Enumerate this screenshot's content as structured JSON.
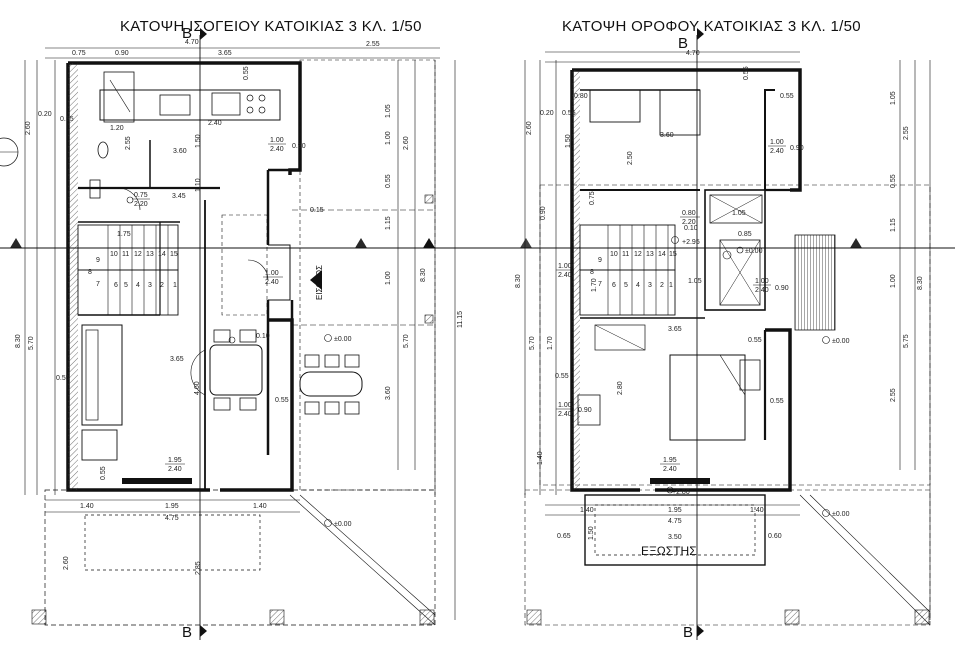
{
  "titles": {
    "ground": "ΚΑΤΟΨΗ ΙΣΟΓΕΙΟΥ  ΚΑΤΟΙΚΙΑΣ 3  ΚΛ. 1/50",
    "upper": "ΚΑΤΟΨΗ ΟΡΟΦΟΥ  ΚΑΤΟΙΚΙΑΣ 3  ΚΛ. 1/50"
  },
  "section_mark": "B",
  "entrance_label": "ΕΙΣΟΔΟΣ",
  "balcony_label": "ΕΞΩΣΤΗΣ",
  "ground": {
    "top_dims": [
      "0.75",
      "0.90",
      "3.65",
      "2.55"
    ],
    "top_total": "4.70",
    "left_dims": [
      "2.60",
      "0.20",
      "0.55",
      "8.30",
      "5.70"
    ],
    "right_dims": [
      "1.05",
      "2.60",
      "1.00",
      "0.55",
      "1.15",
      "1.00",
      "8.30",
      "5.70",
      "3.60",
      "11.15"
    ],
    "interior_dims": [
      "3.60",
      "3.45",
      "2.40",
      "1.50",
      "1.10",
      "0.55",
      "1.75",
      "3.65",
      "4.60",
      "0.55",
      "0.55",
      "0.15",
      "0.10",
      "0.55",
      "1.20",
      "2.55"
    ],
    "bottom_dims": [
      "1.40",
      "1.95",
      "1.40",
      "4.75",
      "2.60",
      "2.85"
    ],
    "stair_numbers": [
      "10",
      "11",
      "12",
      "13",
      "14",
      "15",
      "9",
      "8",
      "7",
      "6",
      "5",
      "4",
      "3",
      "2",
      "1"
    ],
    "openings": [
      {
        "top": "1.00",
        "bottom": "2.40"
      },
      {
        "top": "0.75",
        "bottom": "2.20"
      },
      {
        "top": "1.00",
        "bottom": "2.40"
      },
      {
        "top": "1.95",
        "bottom": "2.40"
      }
    ],
    "levels": [
      "±0.00",
      "±0.00"
    ],
    "side_small": "0.90"
  },
  "upper": {
    "top_total": "4.70",
    "left_dims": [
      "2.60",
      "0.20",
      "0.55",
      "1.50",
      "0.75",
      "0.90",
      "8.30",
      "5.70",
      "1.70",
      "1.40"
    ],
    "right_dims": [
      "1.05",
      "2.55",
      "0.55",
      "1.15",
      "1.00",
      "8.30",
      "5.75",
      "2.55"
    ],
    "interior_dims": [
      "0.80",
      "0.55",
      "3.60",
      "2.50",
      "0.55",
      "1.05",
      "0.85",
      "1.05",
      "3.65",
      "2.80",
      "0.55",
      "0.55",
      "0.55",
      "0.10",
      "1.70",
      "0.60",
      "0.65"
    ],
    "bottom_dims": [
      "1.40",
      "1.95",
      "4.75",
      "1.40",
      "3.50",
      "0.65",
      "0.60",
      "1.50"
    ],
    "stair_numbers": [
      "10",
      "11",
      "12",
      "13",
      "14",
      "15",
      "9",
      "8",
      "7",
      "6",
      "5",
      "4",
      "3",
      "2",
      "1"
    ],
    "openings": [
      {
        "top": "0.80",
        "bottom": "2.20"
      },
      {
        "top": "1.00",
        "bottom": "2.40"
      },
      {
        "top": "1.00",
        "bottom": "2.40"
      },
      {
        "top": "1.00",
        "bottom": "2.40"
      },
      {
        "top": "1.00",
        "bottom": "2.40"
      },
      {
        "top": "1.95",
        "bottom": "2.40"
      }
    ],
    "levels": [
      "+2.95",
      "±0.00",
      "±0.00",
      "±0.00",
      "+2.80"
    ],
    "side_small": [
      "0.90",
      "0.90",
      "0.90"
    ]
  }
}
